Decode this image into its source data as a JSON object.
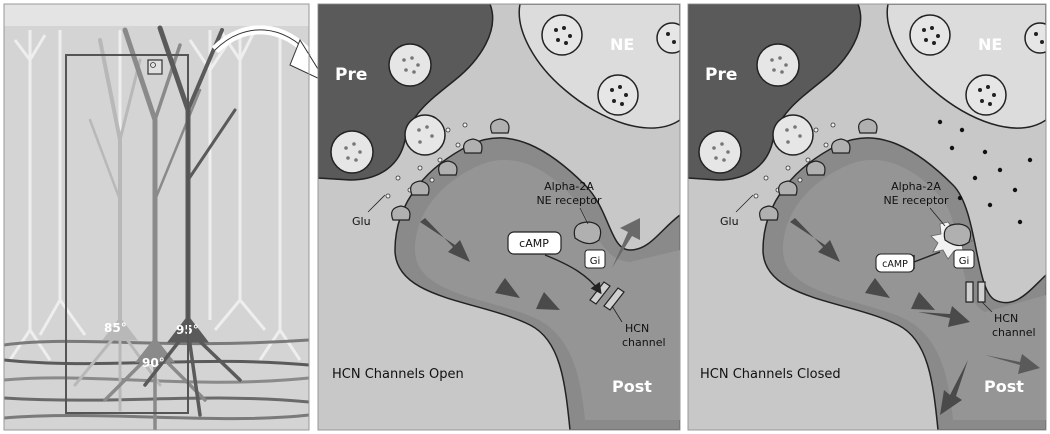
{
  "panel_left": {
    "angles": [
      "85°",
      "90°",
      "95°"
    ]
  },
  "panel_open": {
    "pre": "Pre",
    "ne": "NE",
    "glu": "Glu",
    "receptor_line1": "Alpha-2A",
    "receptor_line2": "NE receptor",
    "camp": "cAMP",
    "gi": "Gi",
    "hcn_line1": "HCN",
    "hcn_line2": "channel",
    "caption": "HCN Channels Open",
    "post": "Post"
  },
  "panel_closed": {
    "pre": "Pre",
    "ne": "NE",
    "glu": "Glu",
    "receptor_line1": "Alpha-2A",
    "receptor_line2": "NE receptor",
    "camp": "cAMP",
    "gi": "Gi",
    "hcn_line1": "HCN",
    "hcn_line2": "channel",
    "caption": "HCN Channels Closed",
    "post": "Post"
  },
  "colors": {
    "background_panel": "#c8c8c8",
    "pre_terminal": "#5a5a5a",
    "post_spine": "#8a8a8a",
    "ne_terminal": "#dcdcdc",
    "arrow": "#4a4a4a"
  }
}
